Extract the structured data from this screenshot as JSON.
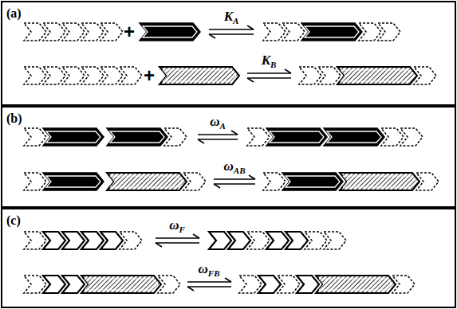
{
  "diagram": {
    "labels": [
      "(a)",
      "+",
      "K",
      "A",
      "+",
      "K",
      "B",
      "(b)",
      "ω",
      "A",
      "ω",
      "AB",
      "(c)",
      "ω",
      "F",
      "ω",
      "FB"
    ]
  }
}
